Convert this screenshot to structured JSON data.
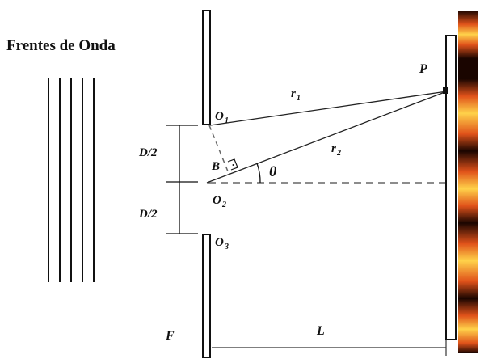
{
  "diagram": {
    "title": "Frentes de Onda",
    "labels": {
      "point_P": "P",
      "r1": "r",
      "r1_sub": "1",
      "r2": "r",
      "r2_sub": "2",
      "O1": "O",
      "O1_sub": "1",
      "O2": "O",
      "O2_sub": "2",
      "O3": "O",
      "O3_sub": "3",
      "B": "B",
      "theta": "θ",
      "half_D_upper": "D/2",
      "half_D_lower": "D/2",
      "F": "F",
      "L": "L"
    },
    "wavefront_count": 5,
    "colors": {
      "ink": "#111111",
      "dash": "#777777",
      "fringe_bright": "#ffd24a",
      "fringe_mid": "#e0521a",
      "fringe_dark": "#1a0500"
    }
  }
}
